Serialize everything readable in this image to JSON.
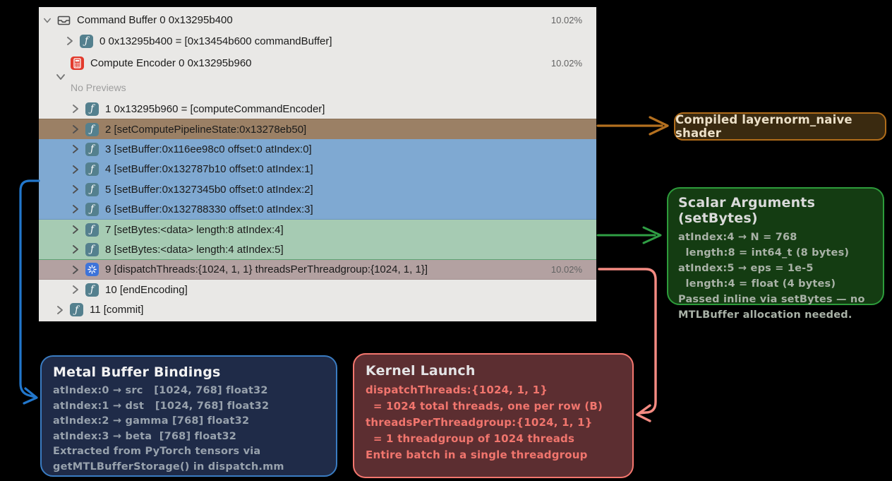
{
  "panel": {
    "rows": [
      {
        "label": "Command Buffer 0 0x13295b400",
        "percent": "10.02%"
      },
      {
        "label": "0 0x13295b400 = [0x13454b600 commandBuffer]"
      },
      {
        "label": "Compute Encoder 0 0x13295b960",
        "percent": "10.02%"
      },
      {
        "label": "No Previews"
      },
      {
        "label": "1 0x13295b960 = [computeCommandEncoder]"
      },
      {
        "label": "2 [setComputePipelineState:0x13278eb50]"
      },
      {
        "label": "3 [setBuffer:0x116ee98c0 offset:0 atIndex:0]"
      },
      {
        "label": "4 [setBuffer:0x132787b10 offset:0 atIndex:1]"
      },
      {
        "label": "5 [setBuffer:0x1327345b0 offset:0 atIndex:2]"
      },
      {
        "label": "6 [setBuffer:0x132788330 offset:0 atIndex:3]"
      },
      {
        "label": "7 [setBytes:<data> length:8 atIndex:4]"
      },
      {
        "label": "8 [setBytes:<data> length:4 atIndex:5]"
      },
      {
        "label": "9 [dispatchThreads:{1024, 1, 1} threadsPerThreadgroup:{1024, 1, 1}]",
        "percent": "10.02%"
      },
      {
        "label": "10 [endEncoding]"
      },
      {
        "label": "11 [commit]"
      }
    ]
  },
  "annotations": {
    "shader": {
      "text": "Compiled layernorm_naive shader"
    },
    "scalar": {
      "title": "Scalar Arguments (setBytes)",
      "lines": [
        "atIndex:4 → N = 768",
        "  length:8 = int64_t (8 bytes)",
        "atIndex:5 → eps = 1e-5",
        "  length:4 = float (4 bytes)",
        "Passed inline via setBytes — no",
        "MTLBuffer allocation needed."
      ]
    },
    "buffers": {
      "title": "Metal Buffer Bindings",
      "lines": [
        "atIndex:0 → src   [1024, 768] float32",
        "atIndex:1 → dst   [1024, 768] float32",
        "atIndex:2 → gamma [768] float32",
        "atIndex:3 → beta  [768] float32",
        "Extracted from PyTorch tensors via",
        "getMTLBufferStorage() in dispatch.mm"
      ]
    },
    "kernel": {
      "title": "Kernel Launch",
      "lines": [
        "dispatchThreads:{1024, 1, 1}",
        "  = 1024 total threads, one per row (B)",
        "threadsPerThreadgroup:{1024, 1, 1}",
        "  = 1 threadgroup of 1024 threads",
        "Entire batch in a single threadgroup"
      ]
    }
  },
  "colors": {
    "highlight_pipeline": "#9b8065",
    "highlight_buffers": "#7fa9d2",
    "highlight_setbytes": "#a6cbb3",
    "highlight_dispatch": "#b3a1a1",
    "arrow_shader": "#b4701f",
    "arrow_scalar": "#2f9e44",
    "arrow_buffers": "#2277cc",
    "arrow_kernel": "#f58b82"
  }
}
